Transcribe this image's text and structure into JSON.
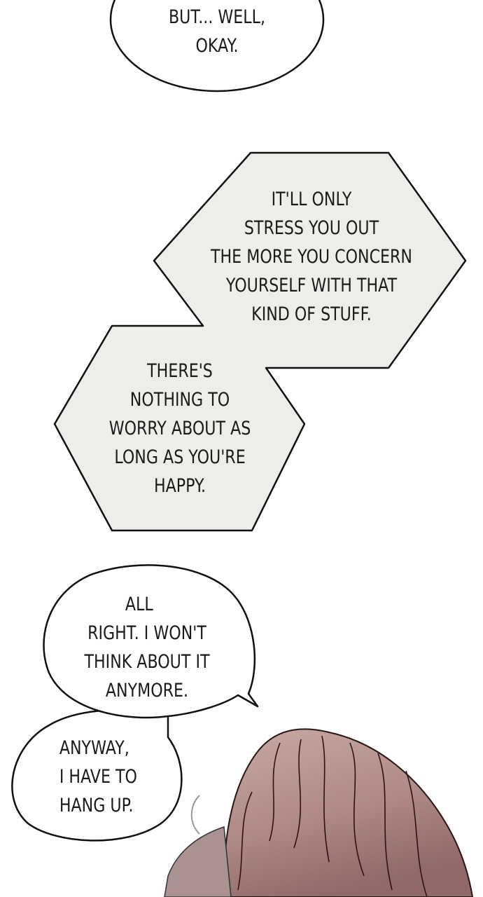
{
  "bubbles": [
    {
      "lines": [
        "BUT... WELL,",
        "OKAY."
      ]
    },
    {
      "lines": [
        "IT'LL ONLY",
        "STRESS YOU OUT",
        "THE MORE YOU CONCERN",
        "YOURSELF WITH THAT",
        "KIND OF STUFF."
      ]
    },
    {
      "lines": [
        "THERE'S",
        "NOTHING TO",
        "WORRY ABOUT AS",
        "LONG AS YOU'RE",
        "HAPPY."
      ]
    },
    {
      "lines": [
        "ALL",
        "RIGHT. I WON'T",
        "THINK ABOUT IT",
        "ANYMORE."
      ]
    },
    {
      "lines": [
        "ANYWAY,",
        "I HAVE TO",
        "HANG UP."
      ]
    }
  ],
  "colors": {
    "hex_fill": "#efedea",
    "hair": "#b08a86",
    "outline": "#111111"
  }
}
